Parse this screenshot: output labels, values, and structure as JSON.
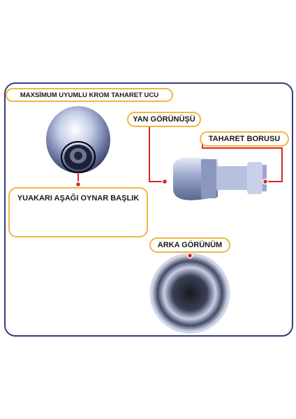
{
  "labels": {
    "title": "MAXSİMUM UYUMLU KROM TAHARET UCU",
    "side_view": "YAN GÖRÜNÜŞÜ",
    "pipe": "TAHARET BORUSU",
    "up_down_head": "YUAKARI AŞAĞI OYNAR BAŞLIK",
    "back_view": "ARKA GÖRÜNÜM"
  },
  "colors": {
    "accent_border": "#f0b544",
    "connector": "#d32828",
    "frame": "#3a3a7a",
    "chrome": "#aab4d6"
  }
}
